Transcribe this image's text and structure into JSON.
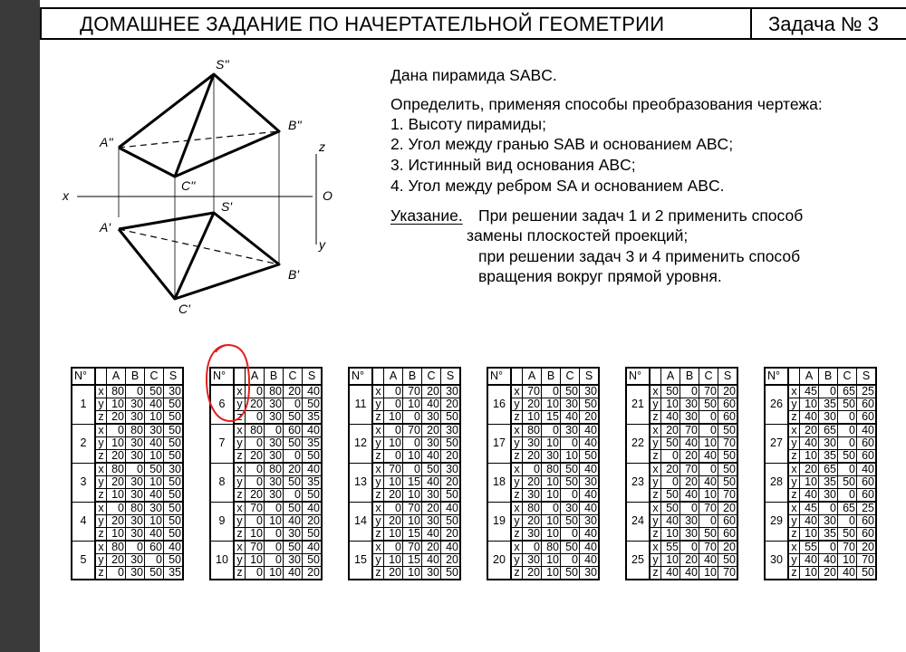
{
  "title": {
    "main": "ДОМАШНЕЕ ЗАДАНИЕ ПО НАЧЕРТАТЕЛЬНОЙ ГЕОМЕТРИИ",
    "task": "Задача № 3"
  },
  "problem": {
    "given": "Дана пирамида SABC.",
    "determine": "Определить, применяя способы преобразования чертежа:",
    "items": [
      "1. Высоту пирамиды;",
      "2. Угол между гранью SAB и основанием ABC;",
      "3. Истинный вид основания ABC;",
      "4. Угол между ребром SA и основанием ABC."
    ],
    "hint_label": "Указание.",
    "hint_lines": [
      "При решении задач 1 и 2 применить способ",
      "замены плоскостей проекций;",
      "при решении задач 3 и 4 применить способ",
      "вращения вокруг прямой уровня."
    ]
  },
  "drawing_labels": {
    "S2": "S''",
    "A2": "A''",
    "B2": "B''",
    "C2": "C''",
    "S1": "S'",
    "A1": "A'",
    "B1": "B'",
    "C1": "C'",
    "x": "x",
    "O": "O",
    "z": "z",
    "y": "y"
  },
  "table_header": {
    "no": "N°",
    "axis": "",
    "cols": [
      "A",
      "B",
      "C",
      "S"
    ]
  },
  "axes": [
    "x",
    "y",
    "z"
  ],
  "variants": [
    {
      "n": "1",
      "rows": [
        [
          "80",
          "0",
          "50",
          "30"
        ],
        [
          "10",
          "30",
          "40",
          "50"
        ],
        [
          "20",
          "30",
          "10",
          "50"
        ]
      ]
    },
    {
      "n": "2",
      "rows": [
        [
          "0",
          "80",
          "30",
          "50"
        ],
        [
          "10",
          "30",
          "40",
          "50"
        ],
        [
          "20",
          "30",
          "10",
          "50"
        ]
      ]
    },
    {
      "n": "3",
      "rows": [
        [
          "80",
          "0",
          "50",
          "30"
        ],
        [
          "20",
          "30",
          "10",
          "50"
        ],
        [
          "10",
          "30",
          "40",
          "50"
        ]
      ]
    },
    {
      "n": "4",
      "rows": [
        [
          "0",
          "80",
          "30",
          "50"
        ],
        [
          "20",
          "30",
          "10",
          "50"
        ],
        [
          "10",
          "30",
          "40",
          "50"
        ]
      ]
    },
    {
      "n": "5",
      "rows": [
        [
          "80",
          "0",
          "60",
          "40"
        ],
        [
          "20",
          "30",
          "0",
          "50"
        ],
        [
          "0",
          "30",
          "50",
          "35"
        ]
      ]
    },
    {
      "n": "6",
      "rows": [
        [
          "0",
          "80",
          "20",
          "40"
        ],
        [
          "20",
          "30",
          "0",
          "50"
        ],
        [
          "0",
          "30",
          "50",
          "35"
        ]
      ]
    },
    {
      "n": "7",
      "rows": [
        [
          "80",
          "0",
          "60",
          "40"
        ],
        [
          "0",
          "30",
          "50",
          "35"
        ],
        [
          "20",
          "30",
          "0",
          "50"
        ]
      ]
    },
    {
      "n": "8",
      "rows": [
        [
          "0",
          "80",
          "20",
          "40"
        ],
        [
          "0",
          "30",
          "50",
          "35"
        ],
        [
          "20",
          "30",
          "0",
          "50"
        ]
      ]
    },
    {
      "n": "9",
      "rows": [
        [
          "70",
          "0",
          "50",
          "40"
        ],
        [
          "0",
          "10",
          "40",
          "20"
        ],
        [
          "10",
          "0",
          "30",
          "50"
        ]
      ]
    },
    {
      "n": "10",
      "rows": [
        [
          "70",
          "0",
          "50",
          "40"
        ],
        [
          "10",
          "0",
          "30",
          "50"
        ],
        [
          "0",
          "10",
          "40",
          "20"
        ]
      ]
    },
    {
      "n": "11",
      "rows": [
        [
          "0",
          "70",
          "20",
          "30"
        ],
        [
          "0",
          "10",
          "40",
          "20"
        ],
        [
          "10",
          "0",
          "30",
          "50"
        ]
      ]
    },
    {
      "n": "12",
      "rows": [
        [
          "0",
          "70",
          "20",
          "30"
        ],
        [
          "10",
          "0",
          "30",
          "50"
        ],
        [
          "0",
          "10",
          "40",
          "20"
        ]
      ]
    },
    {
      "n": "13",
      "rows": [
        [
          "70",
          "0",
          "50",
          "30"
        ],
        [
          "10",
          "15",
          "40",
          "20"
        ],
        [
          "20",
          "10",
          "30",
          "50"
        ]
      ]
    },
    {
      "n": "14",
      "rows": [
        [
          "0",
          "70",
          "20",
          "40"
        ],
        [
          "20",
          "10",
          "30",
          "50"
        ],
        [
          "10",
          "15",
          "40",
          "20"
        ]
      ]
    },
    {
      "n": "15",
      "rows": [
        [
          "0",
          "70",
          "20",
          "40"
        ],
        [
          "10",
          "15",
          "40",
          "20"
        ],
        [
          "20",
          "10",
          "30",
          "50"
        ]
      ]
    },
    {
      "n": "16",
      "rows": [
        [
          "70",
          "0",
          "50",
          "30"
        ],
        [
          "20",
          "10",
          "30",
          "50"
        ],
        [
          "10",
          "15",
          "40",
          "20"
        ]
      ]
    },
    {
      "n": "17",
      "rows": [
        [
          "80",
          "0",
          "30",
          "40"
        ],
        [
          "30",
          "10",
          "0",
          "40"
        ],
        [
          "20",
          "30",
          "10",
          "50"
        ]
      ]
    },
    {
      "n": "18",
      "rows": [
        [
          "0",
          "80",
          "50",
          "40"
        ],
        [
          "20",
          "10",
          "50",
          "30"
        ],
        [
          "30",
          "10",
          "0",
          "40"
        ]
      ]
    },
    {
      "n": "19",
      "rows": [
        [
          "80",
          "0",
          "30",
          "40"
        ],
        [
          "20",
          "10",
          "50",
          "30"
        ],
        [
          "30",
          "10",
          "0",
          "40"
        ]
      ]
    },
    {
      "n": "20",
      "rows": [
        [
          "0",
          "80",
          "50",
          "40"
        ],
        [
          "30",
          "10",
          "0",
          "40"
        ],
        [
          "20",
          "10",
          "50",
          "30"
        ]
      ]
    },
    {
      "n": "21",
      "rows": [
        [
          "50",
          "0",
          "70",
          "20"
        ],
        [
          "10",
          "30",
          "50",
          "60"
        ],
        [
          "40",
          "30",
          "0",
          "60"
        ]
      ]
    },
    {
      "n": "22",
      "rows": [
        [
          "20",
          "70",
          "0",
          "50"
        ],
        [
          "50",
          "40",
          "10",
          "70"
        ],
        [
          "0",
          "20",
          "40",
          "50"
        ]
      ]
    },
    {
      "n": "23",
      "rows": [
        [
          "20",
          "70",
          "0",
          "50"
        ],
        [
          "0",
          "20",
          "40",
          "50"
        ],
        [
          "50",
          "40",
          "10",
          "70"
        ]
      ]
    },
    {
      "n": "24",
      "rows": [
        [
          "50",
          "0",
          "70",
          "20"
        ],
        [
          "40",
          "30",
          "0",
          "60"
        ],
        [
          "10",
          "30",
          "50",
          "60"
        ]
      ]
    },
    {
      "n": "25",
      "rows": [
        [
          "55",
          "0",
          "70",
          "20"
        ],
        [
          "10",
          "20",
          "40",
          "50"
        ],
        [
          "40",
          "40",
          "10",
          "70"
        ]
      ]
    },
    {
      "n": "26",
      "rows": [
        [
          "45",
          "0",
          "65",
          "25"
        ],
        [
          "10",
          "35",
          "50",
          "60"
        ],
        [
          "40",
          "30",
          "0",
          "60"
        ]
      ]
    },
    {
      "n": "27",
      "rows": [
        [
          "20",
          "65",
          "0",
          "40"
        ],
        [
          "40",
          "30",
          "0",
          "60"
        ],
        [
          "10",
          "35",
          "50",
          "60"
        ]
      ]
    },
    {
      "n": "28",
      "rows": [
        [
          "20",
          "65",
          "0",
          "40"
        ],
        [
          "10",
          "35",
          "50",
          "60"
        ],
        [
          "40",
          "30",
          "0",
          "60"
        ]
      ]
    },
    {
      "n": "29",
      "rows": [
        [
          "45",
          "0",
          "65",
          "25"
        ],
        [
          "40",
          "30",
          "0",
          "60"
        ],
        [
          "10",
          "35",
          "50",
          "60"
        ]
      ]
    },
    {
      "n": "30",
      "rows": [
        [
          "55",
          "0",
          "70",
          "20"
        ],
        [
          "40",
          "40",
          "10",
          "70"
        ],
        [
          "10",
          "20",
          "40",
          "50"
        ]
      ]
    }
  ],
  "colors": {
    "ink": "#000000",
    "paper": "#ffffff",
    "frame": "#3a3a3a",
    "mark": "#e02020"
  }
}
